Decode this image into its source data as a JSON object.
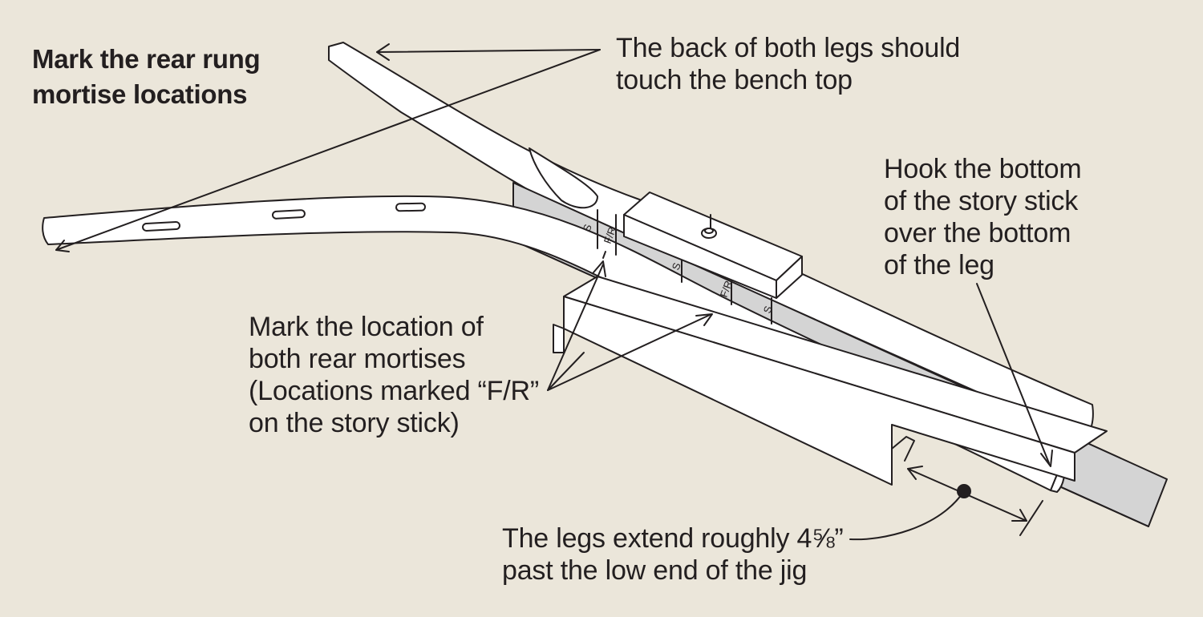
{
  "title": {
    "lines": [
      "Mark the rear rung",
      "mortise locations"
    ]
  },
  "callouts": {
    "bench_top": {
      "lines": [
        "The back of both legs should",
        "touch the bench top"
      ]
    },
    "hook": {
      "lines": [
        "Hook the bottom",
        "of the story stick",
        "over the bottom",
        "of the leg"
      ]
    },
    "mark": {
      "lines": [
        "Mark the location of",
        "both rear mortises",
        "(Locations marked “F/R”",
        "on the story stick)"
      ]
    },
    "extend": {
      "lines": [
        "The legs extend roughly 4⅝”",
        "past the low end of the jig"
      ]
    }
  },
  "story_stick_marks": [
    "S",
    "F/R",
    "S",
    "F/R",
    "S"
  ],
  "colors": {
    "background": "#ebe6da",
    "wood": "#ffffff",
    "story_stick": "#d4d4d4",
    "line": "#231f20"
  }
}
